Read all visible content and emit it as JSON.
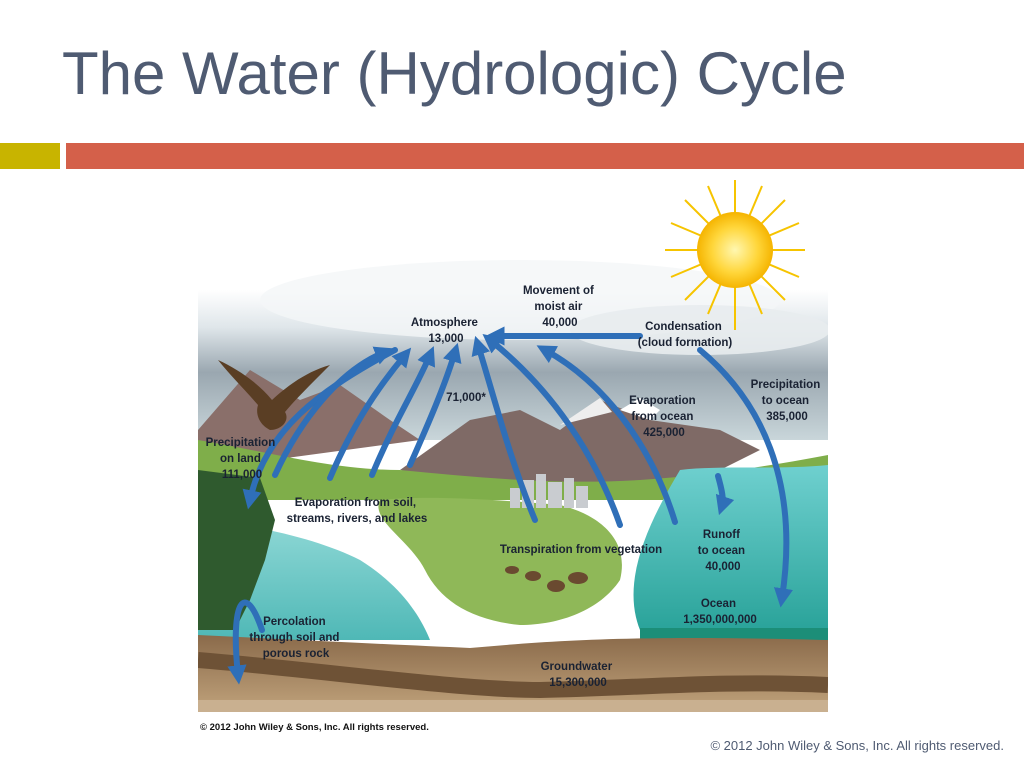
{
  "slide": {
    "title": "The Water (Hydrologic) Cycle",
    "footer": "© 2012 John Wiley & Sons, Inc. All rights reserved."
  },
  "diagram": {
    "image_credit": "© 2012 John Wiley & Sons, Inc. All rights reserved.",
    "labels": {
      "movement": [
        "Movement of",
        "moist air",
        "40,000"
      ],
      "atmosphere": [
        "Atmosphere",
        "13,000"
      ],
      "condensation": [
        "Condensation",
        "(cloud formation)"
      ],
      "precip_ocean": [
        "Precipitation",
        "to ocean",
        "385,000"
      ],
      "evap_ocean": [
        "Evaporation",
        "from ocean",
        "425,000"
      ],
      "seventy_one": [
        "71,000*"
      ],
      "precip_land": [
        "Precipitation",
        "on land",
        "111,000"
      ],
      "evap_soil": [
        "Evaporation from soil,",
        "streams, rivers, and lakes"
      ],
      "transpiration": [
        "Transpiration from vegetation"
      ],
      "runoff": [
        "Runoff",
        "to ocean",
        "40,000"
      ],
      "ocean": [
        "Ocean",
        "1,350,000,000"
      ],
      "percolation": [
        "Percolation",
        "through soil and",
        "porous rock"
      ],
      "groundwater": [
        "Groundwater",
        "15,300,000"
      ]
    }
  },
  "colors": {
    "title": "#4f5b72",
    "accent_yellow": "#c8b400",
    "accent_orange": "#d4604a",
    "arrow_blue": "#2f6fb8",
    "ocean": "#5fc4c4"
  }
}
